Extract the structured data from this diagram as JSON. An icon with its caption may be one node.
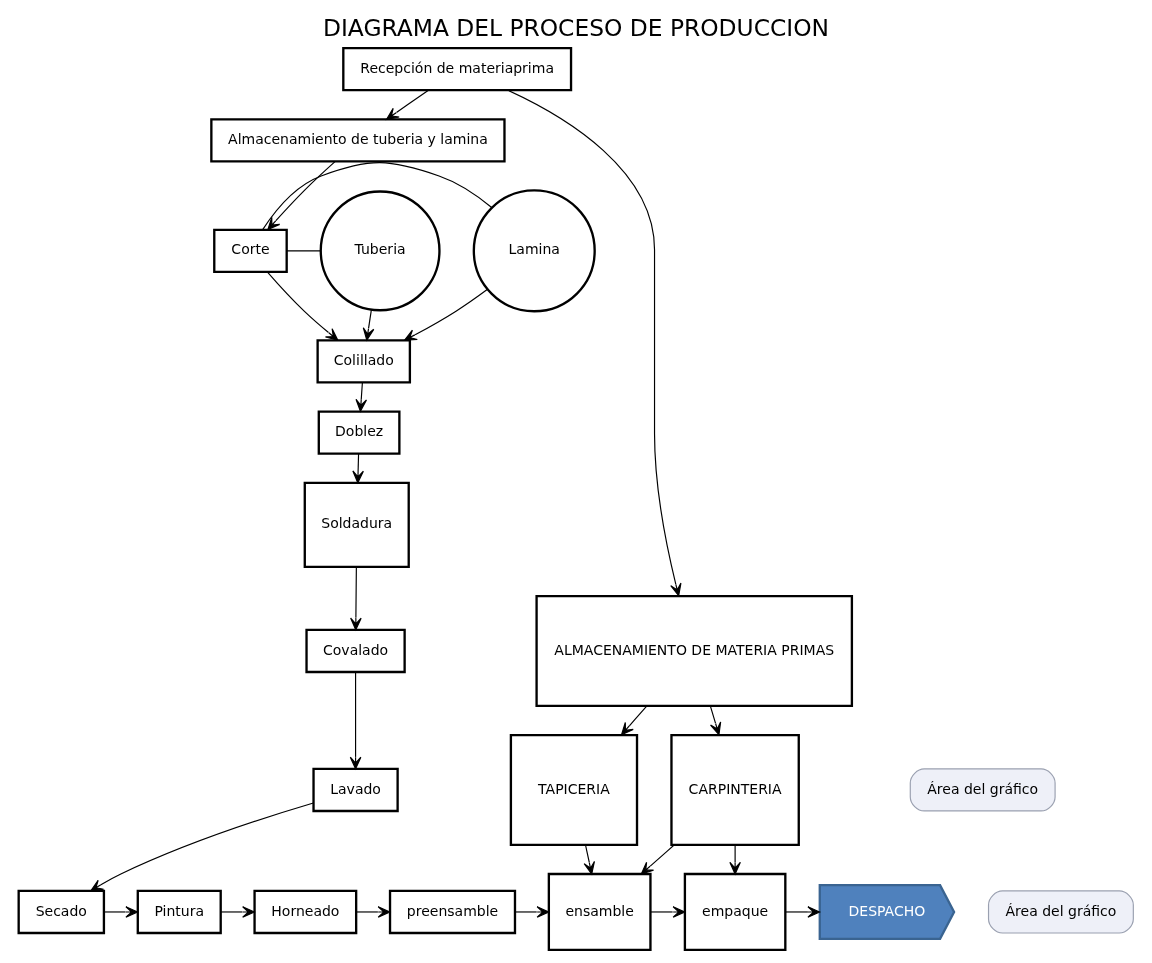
{
  "diagram": {
    "title": "DIAGRAMA DEL PROCESO DE PRODUCCION",
    "nodes": [
      {
        "text": [
          "Recepción de materiaprima"
        ]
      },
      {
        "text": [
          "Almacenamiento de tuberia y lamina"
        ]
      },
      {
        "text": [
          "ALMACENAMIENTO DE MATERIA PRIMAS"
        ]
      },
      {
        "text": [
          "Tuberia"
        ]
      },
      {
        "text": [
          "Corte"
        ]
      },
      {
        "text": [
          "Lamina"
        ]
      },
      {
        "text": [
          "Colillado"
        ]
      },
      {
        "text": [
          "Doblez"
        ]
      },
      {
        "text": [
          "Soldadura"
        ]
      },
      {
        "text": [
          "Covalado"
        ]
      },
      {
        "text": [
          "Lavado"
        ]
      },
      {
        "text": [
          "TAPICERIA"
        ]
      },
      {
        "text": [
          "CARPINTERIA"
        ]
      },
      {
        "text": [
          "Secado"
        ]
      },
      {
        "text": [
          "Pintura"
        ]
      },
      {
        "text": [
          "Horneado"
        ]
      },
      {
        "text": [
          "preensamble"
        ]
      },
      {
        "text": [
          "ensamble"
        ]
      },
      {
        "text": [
          "empaque"
        ]
      },
      {
        "text": [
          "DESPACHO"
        ]
      }
    ],
    "edges": [
      {
        "from": 0,
        "to": 1,
        "arrow": "to"
      },
      {
        "from": 0,
        "to": 2,
        "arrow": "to"
      },
      {
        "from": 1,
        "to": 4,
        "arrow": "to"
      },
      {
        "from": 3,
        "to": 4,
        "arrow": "none"
      },
      {
        "from": 5,
        "to": 4,
        "arrow": "none"
      },
      {
        "from": 3,
        "to": 6,
        "arrow": "to"
      },
      {
        "from": 4,
        "to": 6,
        "arrow": "to"
      },
      {
        "from": 5,
        "to": 6,
        "arrow": "to"
      },
      {
        "from": 6,
        "to": 7,
        "arrow": "to"
      },
      {
        "from": 7,
        "to": 8,
        "arrow": "to"
      },
      {
        "from": 8,
        "to": 9,
        "arrow": "to"
      },
      {
        "from": 9,
        "to": 10,
        "arrow": "to"
      },
      {
        "from": 10,
        "to": 13,
        "arrow": "to"
      },
      {
        "from": 2,
        "to": 11,
        "arrow": "to"
      },
      {
        "from": 2,
        "to": 12,
        "arrow": "to"
      },
      {
        "from": 11,
        "to": 17,
        "arrow": "to"
      },
      {
        "from": 12,
        "to": 17,
        "arrow": "to"
      },
      {
        "from": 12,
        "to": 18,
        "arrow": "to"
      },
      {
        "from": 13,
        "to": 14,
        "arrow": "to"
      },
      {
        "from": 14,
        "to": 15,
        "arrow": "to"
      },
      {
        "from": 15,
        "to": 16,
        "arrow": "to"
      },
      {
        "from": 16,
        "to": 17,
        "arrow": "to"
      },
      {
        "from": 17,
        "to": 18,
        "arrow": "to"
      },
      {
        "from": 18,
        "to": 19,
        "arrow": "to"
      }
    ],
    "labels": [
      "Área del gráfico",
      "Área del gráfico"
    ]
  }
}
